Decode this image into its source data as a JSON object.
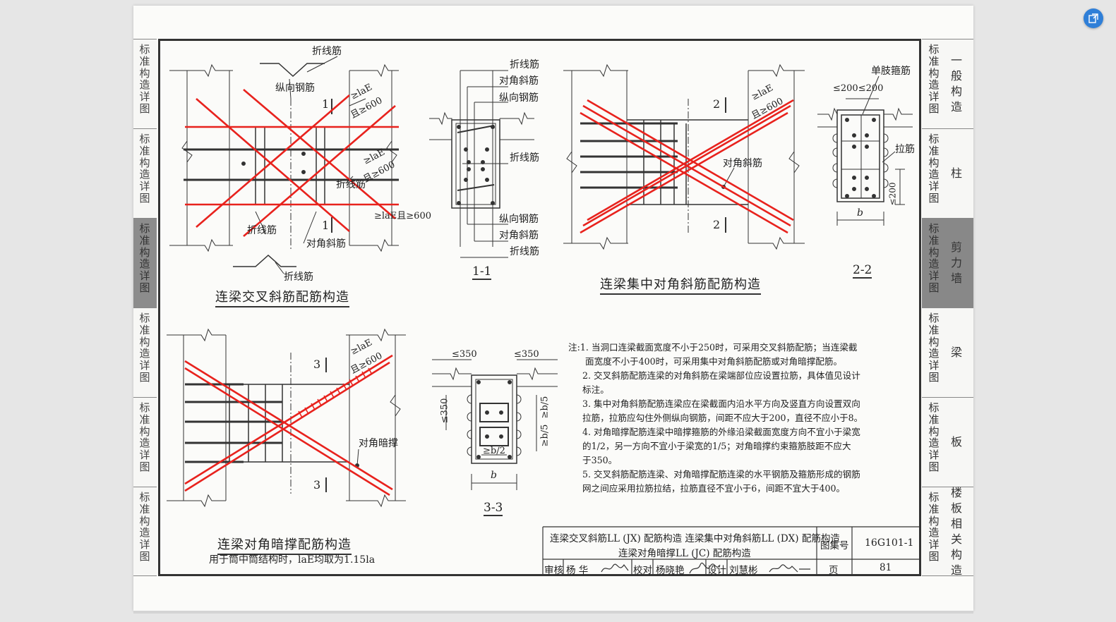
{
  "left_tabs": [
    {
      "label": "标准构造详图"
    },
    {
      "label": "标准构造详图"
    },
    {
      "label": "标准构造详图",
      "active": true
    },
    {
      "label": "标准构造详图"
    },
    {
      "label": "标准构造详图"
    },
    {
      "label": "标准构造详图"
    }
  ],
  "right_tabs": [
    {
      "label": "标准构造详图",
      "category": "一般构造"
    },
    {
      "label": "标准构造详图",
      "category": "柱"
    },
    {
      "label": "标准构造详图",
      "category": "剪力墙",
      "active": true
    },
    {
      "label": "标准构造详图",
      "category": "梁"
    },
    {
      "label": "标准构造详图",
      "category": "板"
    },
    {
      "label": "标准构造详图",
      "category": "楼板相关构造"
    }
  ],
  "figures": {
    "fig1_title": "连梁交叉斜筋配筋构造",
    "fig2_title": "连梁集中对角斜筋配筋构造",
    "fig3_title": "连梁对角暗撑配筋构造",
    "usage_note": "用于筒中筒结构时，laE均取为1.15la"
  },
  "sections": {
    "s1": "1-1",
    "s2": "2-2",
    "s3": "3-3"
  },
  "labels": {
    "zhexianjin": "折线筋",
    "zongxiang_gangjin": "纵向钢筋",
    "duijiao_xiejin": "对角斜筋",
    "zongxiangjin": "纵向钢筋",
    "duijiao_ancheng": "对角暗撑",
    "danzhi_gujin": "单肢箍筋",
    "lajin": "拉筋",
    "anchor1": "≥laE",
    "anchor2": "且≥600",
    "anchor3": "≥laE且≥600",
    "dim_200_200": "≤200≤200",
    "dim_200": "≤200",
    "dim_b": "b",
    "dim_350": "≤350",
    "dim_b5": "≥b/5",
    "dim_b2": "≥b/2",
    "sec_1": "1",
    "sec_2": "2",
    "sec_3": "3"
  },
  "notes": [
    "注:1. 当洞口连梁截面宽度不小于250时，可采用交叉斜筋配筋；当连梁截",
    "   面宽度不小于400时，可采用集中对角斜筋配筋或对角暗撑配筋。",
    "2. 交叉斜筋配筋连梁的对角斜筋在梁端部位应设置拉筋，具体值见设计",
    "   标注。",
    "3. 集中对角斜筋配筋连梁应在梁截面内沿水平方向及竖直方向设置双向",
    "   拉筋，拉筋应勾住外侧纵向钢筋，间距不应大于200，直径不应小于8。",
    "4. 对角暗撑配筋连梁中暗撑箍筋的外缘沿梁截面宽度方向不宜小于梁宽",
    "   的1/2，另一方向不宜小于梁宽的1/5；对角暗撑约束箍筋肢距不应大",
    "   于350。",
    "5. 交叉斜筋配筋连梁、对角暗撑配筋连梁的水平钢筋及箍筋形成的钢筋",
    "   网之间应采用拉筋拉结，拉筋直径不宜小于6，间距不宜大于400。"
  ],
  "title_block": {
    "title_line1": "连梁交叉斜筋LL (JX) 配筋构造   连梁集中对角斜筋LL (DX) 配筋构造",
    "title_line2": "连梁对角暗撑LL (JC) 配筋构造",
    "atlas_label": "图集号",
    "atlas_no": "16G101-1",
    "review_label": "审核",
    "reviewer": "杨 华",
    "check_label": "校对",
    "checker": "杨晓艳",
    "design_label": "设计",
    "designer": "刘慧彬",
    "page_label": "页",
    "page_no": "81"
  },
  "colors": {
    "diagonal_bar": "#e8221d",
    "line": "#333333",
    "page": "#fbfbf9",
    "accent": "#2f7fd8"
  },
  "toolbar": {
    "open_icon": "open-external-icon"
  }
}
